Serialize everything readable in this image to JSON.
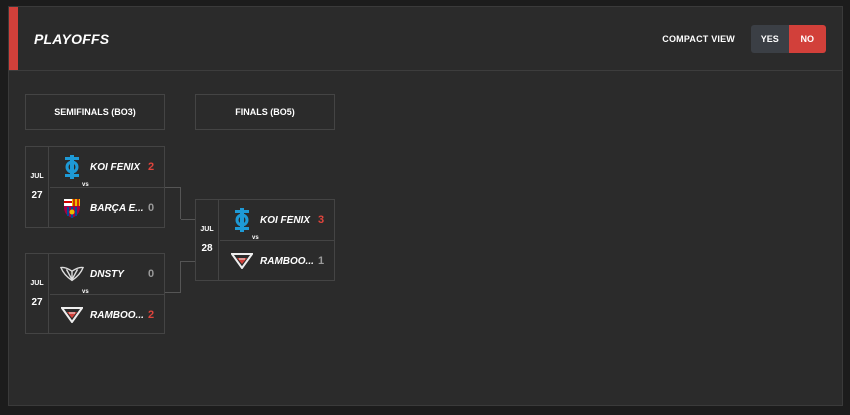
{
  "header": {
    "title": "PLAYOFFS",
    "compact_label": "COMPACT VIEW",
    "yes": "YES",
    "no": "NO"
  },
  "rounds": [
    {
      "label": "SEMIFINALS (BO3)"
    },
    {
      "label": "FINALS (BO5)"
    }
  ],
  "vs": "vs",
  "matches": [
    {
      "month": "JUL",
      "day": "27",
      "teams": [
        {
          "name": "KOI FÉNIX",
          "score": "2",
          "result": "win",
          "logo": "koi-icon"
        },
        {
          "name": "BARÇA E...",
          "score": "0",
          "result": "lose",
          "logo": "barca-icon"
        }
      ]
    },
    {
      "month": "JUL",
      "day": "27",
      "teams": [
        {
          "name": "DNSTY",
          "score": "0",
          "result": "lose",
          "logo": "dnsty-icon"
        },
        {
          "name": "RAMBOO...",
          "score": "2",
          "result": "win",
          "logo": "rambo-icon"
        }
      ]
    },
    {
      "month": "JUL",
      "day": "28",
      "teams": [
        {
          "name": "KOI FÉNIX",
          "score": "3",
          "result": "win",
          "logo": "koi-icon"
        },
        {
          "name": "RAMBOO...",
          "score": "1",
          "result": "lose",
          "logo": "rambo-icon"
        }
      ]
    }
  ],
  "colors": {
    "accent": "#d2403a",
    "win": "#e0443c",
    "lose": "#9a9a9a",
    "koi": "#1e9ad6"
  }
}
